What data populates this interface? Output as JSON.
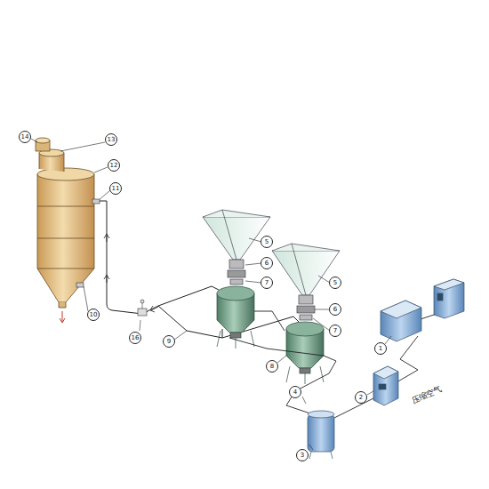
{
  "diagram": {
    "labels": [
      "14",
      "13",
      "12",
      "11",
      "10",
      "16",
      "5",
      "6",
      "7",
      "9",
      "5",
      "6",
      "7",
      "8",
      "1",
      "2",
      "4",
      "3",
      "压缩空气"
    ]
  }
}
